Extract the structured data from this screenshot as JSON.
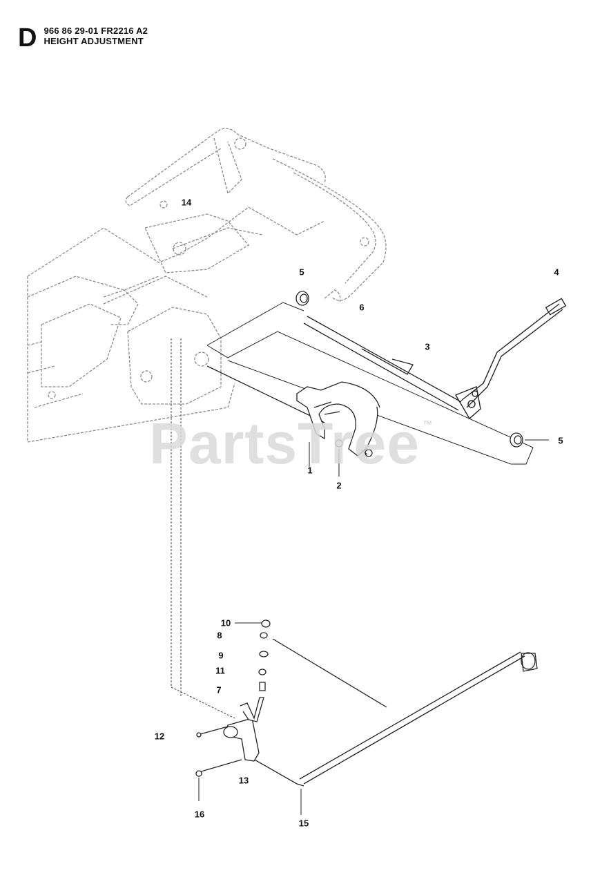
{
  "header": {
    "section_letter": "D",
    "doc_number": "966 86 29-01 FR2216 A2",
    "title": "HEIGHT ADJUSTMENT"
  },
  "watermark": {
    "text": "PartsTree",
    "tm": "™"
  },
  "callouts": {
    "c1": "1",
    "c2": "2",
    "c3": "3",
    "c4": "4",
    "c5a": "5",
    "c5b": "5",
    "c6": "6",
    "c7": "7",
    "c8": "8",
    "c9": "9",
    "c10": "10",
    "c11": "11",
    "c12": "12",
    "c13": "13",
    "c14": "14",
    "c15": "15",
    "c16": "16"
  }
}
